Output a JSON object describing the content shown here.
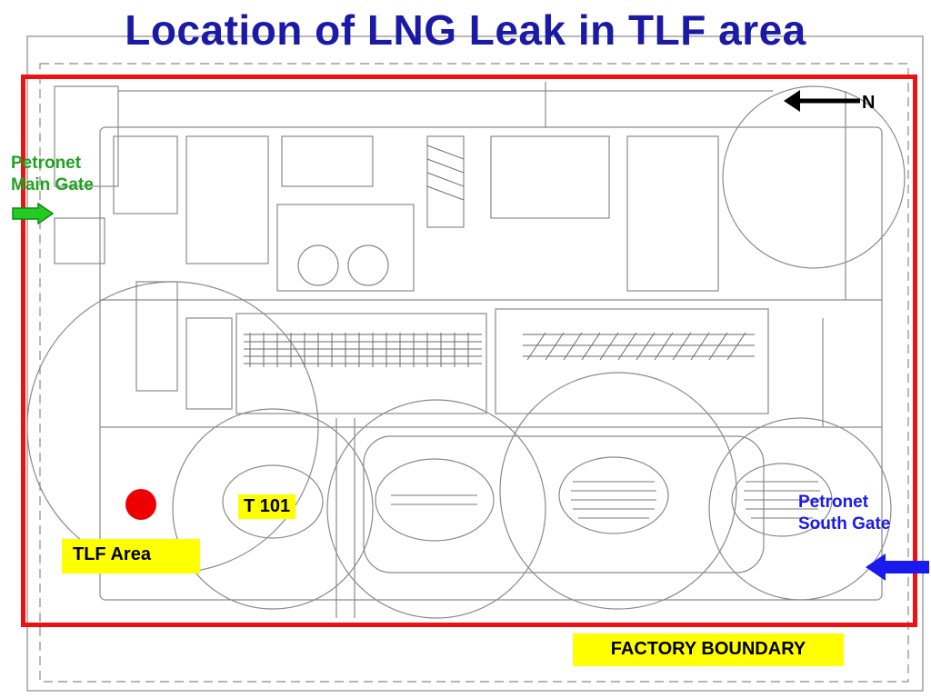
{
  "slide": {
    "title": "Location of LNG Leak in TLF area"
  },
  "map": {
    "north_label": "N",
    "labels": {
      "main_gate_line1": "Petronet",
      "main_gate_line2": "Main Gate",
      "south_gate_line1": "Petronet",
      "south_gate_line2": "South Gate",
      "tank": "T 101",
      "tlf_area": "TLF Area",
      "factory_boundary": "FACTORY BOUNDARY"
    },
    "colors": {
      "title": "#1a1aa6",
      "boundary": "#ee1111",
      "leak_marker": "#ee0000",
      "main_gate_arrow": "#22cc22",
      "south_gate_arrow": "#1a1aee",
      "label_background": "#ffff00",
      "drawing_lines": "#8a8a8a"
    },
    "icons": {
      "north_arrow": "arrow-left-icon",
      "main_gate_arrow": "arrow-right-icon",
      "south_gate_arrow": "arrow-left-icon",
      "leak_marker": "red-dot-icon"
    }
  }
}
